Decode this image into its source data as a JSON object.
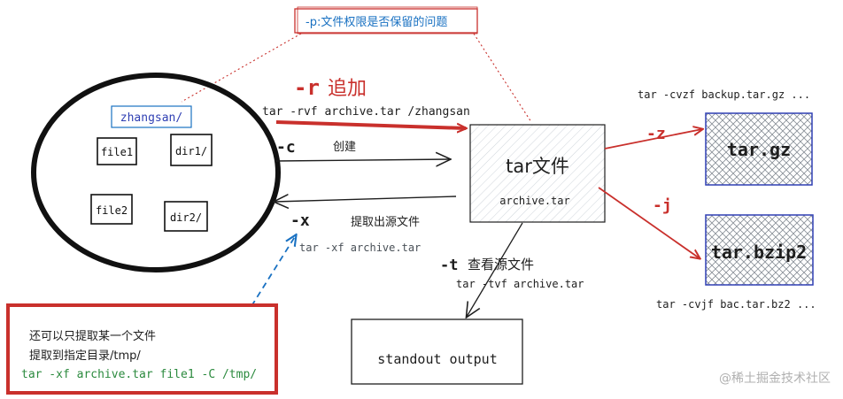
{
  "note_top": "-p:文件权限是否保留的问题",
  "source_folder": {
    "label": "zhangsan/",
    "items": [
      "file1",
      "dir1/",
      "file2",
      "dir2/"
    ]
  },
  "archive_box": {
    "title": "tar文件",
    "filename": "archive.tar"
  },
  "output_box": {
    "label": "standout output"
  },
  "targz_box": {
    "label": "tar.gz",
    "command": "tar -cvzf backup.tar.gz ..."
  },
  "tarbzip2_box": {
    "label": "tar.bzip2",
    "command": "tar -cvjf bac.tar.bz2 ..."
  },
  "append": {
    "flag": "-r",
    "desc": "追加",
    "command": "tar -rvf archive.tar /zhangsan"
  },
  "create": {
    "flag": "-c",
    "desc": "创建"
  },
  "extract": {
    "flag": "-x",
    "desc": "提取出源文件",
    "command": "tar -xf archive.tar"
  },
  "list": {
    "flag": "-t",
    "desc": "查看源文件",
    "command": "tar -tvf archive.tar"
  },
  "gzip_flag": "-z",
  "bzip_flag": "-j",
  "extract_note": {
    "line1": "还可以只提取某一个文件",
    "line2": "提取到指定目录/tmp/",
    "command": "tar -xf archive.tar file1 -C /tmp/"
  },
  "watermark": "@稀土掘金技术社区",
  "colors": {
    "ink": "#1e1e1e",
    "red": "#c9302c",
    "blue": "#1971c2",
    "dark_blue": "#2f3fb3",
    "green": "#2b8a3e",
    "hatch": "#868e96",
    "watermark": "#b0b0b0"
  }
}
